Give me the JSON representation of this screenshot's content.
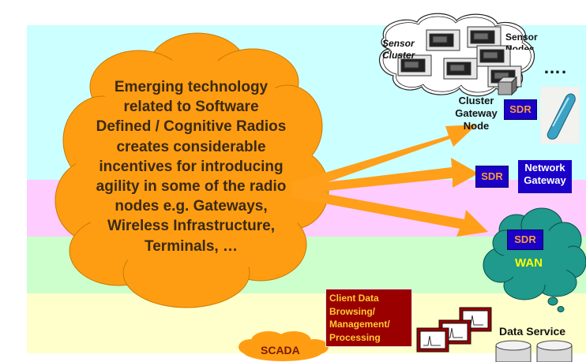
{
  "cloud_text": "Emerging technology related to Software Defined / Cognitive Radios creates considerable incentives for introducing agility in some of the radio nodes e.g. Gateways, Wireless Infrastructure, Terminals, …",
  "cloud_lines": [
    "Emerging technology",
    "related to Software",
    "Defined / Cognitive Radios",
    "creates considerable",
    "incentives for introducing",
    "agility in some of the radio",
    "nodes e.g. Gateways,",
    "Wireless Infrastructure,",
    "Terminals, …"
  ],
  "sensor_cluster_label": [
    "Sensor",
    "Cluster"
  ],
  "sensor_nodes_label": [
    "Sensor",
    "Nodes"
  ],
  "ellipsis": "….",
  "cluster_gateway_label": [
    "Cluster",
    "Gateway",
    "Node"
  ],
  "sdr_label": "SDR",
  "network_gateway_label": [
    "Network",
    "Gateway"
  ],
  "wan_label": "WAN",
  "client_data_label": [
    "Client Data",
    "Browsing/",
    "Management/",
    "Processing"
  ],
  "scada_label": "SCADA",
  "data_service_label": "Data Service",
  "colors": {
    "band_cyan": "#ccffff",
    "band_pink": "#ffccff",
    "band_green": "#ccffcc",
    "band_yellow": "#ffffcc",
    "cloud_orange": "#ff9d12",
    "arrow_orange": "#ff9f1a",
    "sdr_blue": "#1a00c8",
    "wan_teal": "#1f9a8d",
    "client_red": "#9b0000"
  },
  "icons": [
    "sensor-node-icon",
    "gateway-box-icon",
    "handheld-terminal-icon",
    "monitor-icon",
    "database-icon"
  ]
}
